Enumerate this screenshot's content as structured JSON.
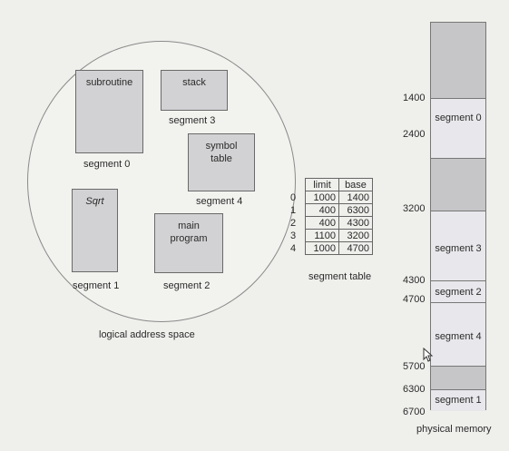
{
  "logical": {
    "caption": "logical address space",
    "segments": [
      {
        "name": "subroutine",
        "label": "segment 0"
      },
      {
        "name": "stack",
        "label": "segment 3"
      },
      {
        "name": "symbol table",
        "line1": "symbol",
        "line2": "table",
        "label": "segment 4"
      },
      {
        "name": "Sqrt",
        "label": "segment 1"
      },
      {
        "name": "main program",
        "line1": "main",
        "line2": "program",
        "label": "segment 2"
      }
    ]
  },
  "segment_table": {
    "caption": "segment table",
    "headers": [
      "limit",
      "base"
    ],
    "rows": [
      {
        "index": "0",
        "limit": "1000",
        "base": "1400"
      },
      {
        "index": "1",
        "limit": "400",
        "base": "6300"
      },
      {
        "index": "2",
        "limit": "400",
        "base": "4300"
      },
      {
        "index": "3",
        "limit": "1100",
        "base": "3200"
      },
      {
        "index": "4",
        "limit": "1000",
        "base": "4700"
      }
    ]
  },
  "physical": {
    "caption": "physical memory",
    "addresses": [
      "1400",
      "2400",
      "3200",
      "4300",
      "4700",
      "5700",
      "6300",
      "6700"
    ],
    "blocks": [
      "segment 0",
      "segment 3",
      "segment 2",
      "segment 4",
      "segment 1"
    ]
  }
}
